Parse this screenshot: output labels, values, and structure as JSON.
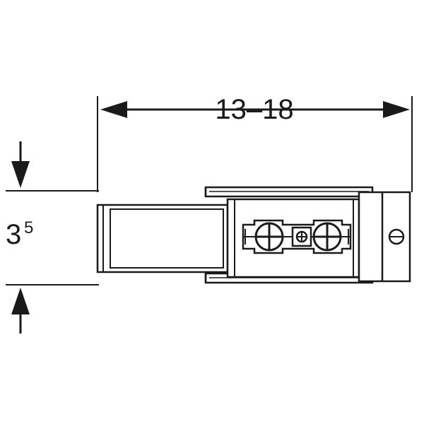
{
  "diagram": {
    "title": "technical-dimension-drawing",
    "line_color": "#1a1a1a",
    "fill_color": "#ffffff",
    "background": "#ffffff",
    "dimensions": {
      "horizontal": {
        "label": "13–18",
        "name": "width-dimension"
      },
      "vertical": {
        "label": "3",
        "superscript": "5",
        "name": "height-dimension"
      }
    },
    "parts": [
      {
        "name": "left-body-block"
      },
      {
        "name": "upper-rail"
      },
      {
        "name": "lower-rail"
      },
      {
        "name": "center-bracket"
      },
      {
        "name": "screw-left"
      },
      {
        "name": "screw-center"
      },
      {
        "name": "screw-right"
      },
      {
        "name": "right-end-cap"
      },
      {
        "name": "right-end-screw"
      }
    ]
  }
}
